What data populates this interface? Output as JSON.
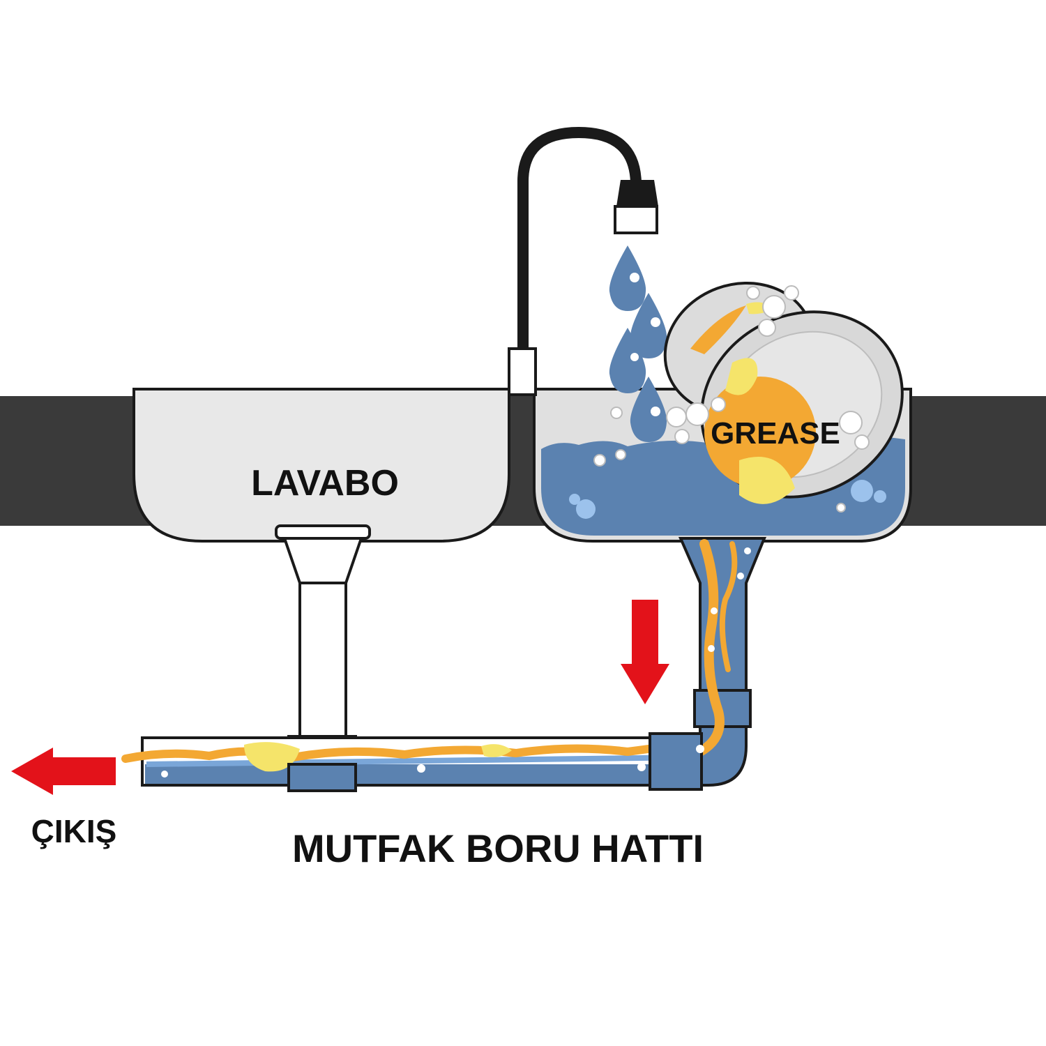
{
  "labels": {
    "sink_left": "LAVABO",
    "grease": "GREASE",
    "outlet": "ÇIKIŞ",
    "title": "MUTFAK BORU HATTI"
  },
  "colors": {
    "counter": "#3a3a3a",
    "sink_basin": "#e8e8e8",
    "water": "#5b82b0",
    "water_light": "#7aa6d8",
    "grease": "#f3a833",
    "grease_light": "#f5e46a",
    "arrow": "#e3121a",
    "outline": "#1a1a1a",
    "plate": "#dcdcdc"
  },
  "icons": [
    "faucet-icon",
    "water-drop-icon",
    "dirty-plate-icon",
    "down-arrow-icon",
    "left-arrow-icon"
  ]
}
